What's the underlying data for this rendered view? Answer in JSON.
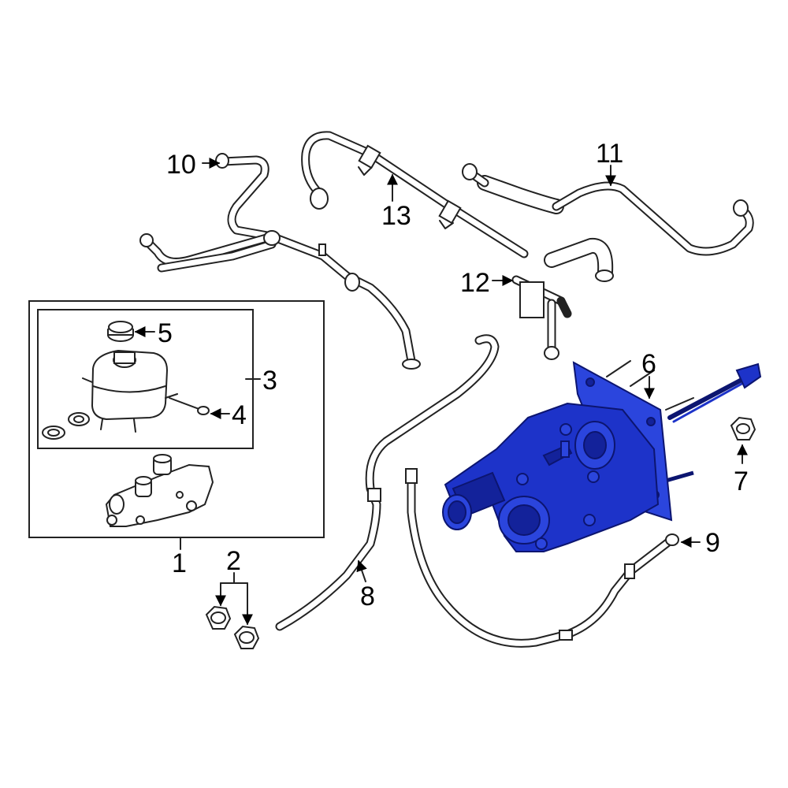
{
  "diagram": {
    "highlight_color": "#1d33c9",
    "callouts": [
      {
        "id": "c1",
        "text": "1"
      },
      {
        "id": "c2",
        "text": "2"
      },
      {
        "id": "c3",
        "text": "3"
      },
      {
        "id": "c4",
        "text": "4"
      },
      {
        "id": "c5",
        "text": "5"
      },
      {
        "id": "c6",
        "text": "6"
      },
      {
        "id": "c7",
        "text": "7"
      },
      {
        "id": "c8",
        "text": "8"
      },
      {
        "id": "c9",
        "text": "9"
      },
      {
        "id": "c10",
        "text": "10"
      },
      {
        "id": "c11",
        "text": "11"
      },
      {
        "id": "c12",
        "text": "12"
      },
      {
        "id": "c13",
        "text": "13"
      }
    ]
  }
}
